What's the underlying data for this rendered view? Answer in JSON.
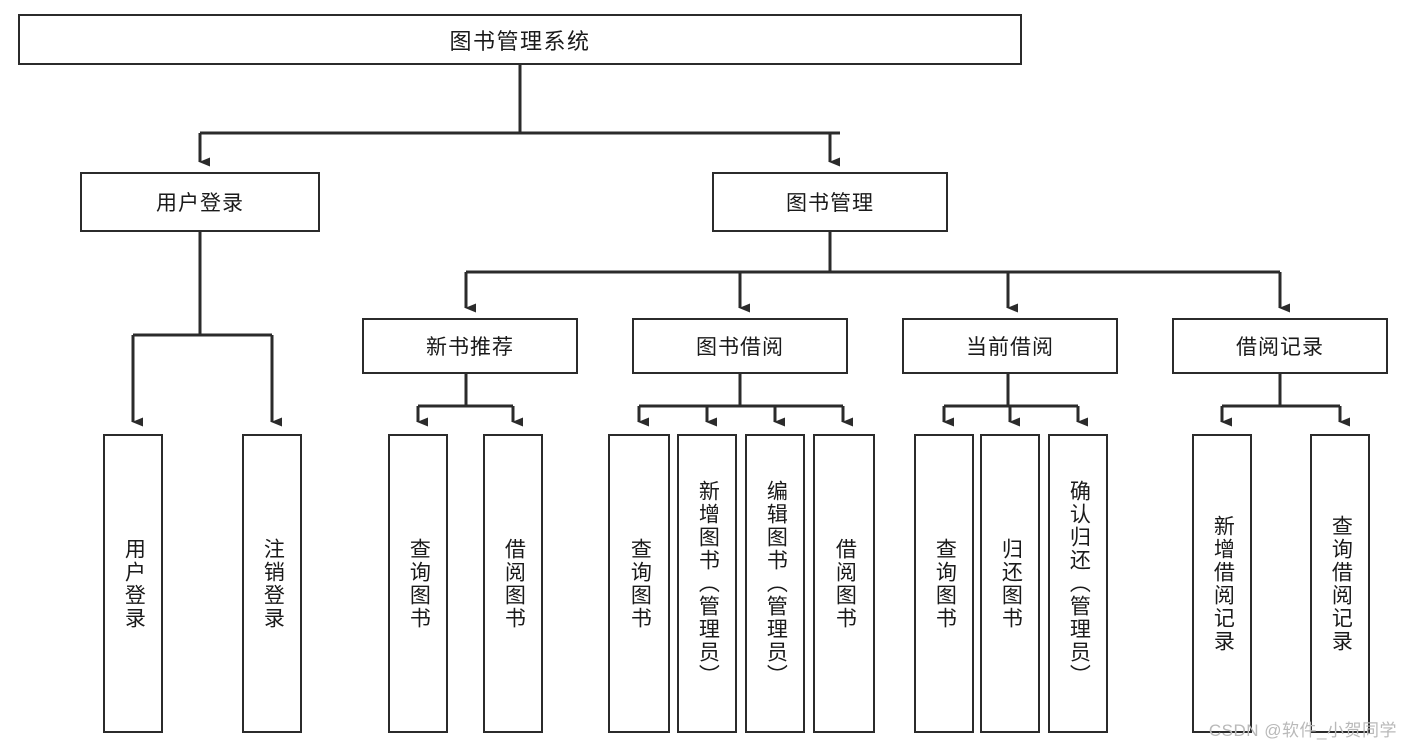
{
  "diagram": {
    "type": "org-chart",
    "title_box": {
      "label": "图书管理系统"
    },
    "level2": [
      {
        "id": "user-login",
        "label": "用户登录"
      },
      {
        "id": "book-management",
        "label": "图书管理"
      }
    ],
    "level3": [
      {
        "id": "new-book-recommend",
        "label": "新书推荐",
        "parent": "book-management"
      },
      {
        "id": "book-borrow",
        "label": "图书借阅",
        "parent": "book-management"
      },
      {
        "id": "current-borrow",
        "label": "当前借阅",
        "parent": "book-management"
      },
      {
        "id": "borrow-record",
        "label": "借阅记录",
        "parent": "book-management"
      }
    ],
    "leaves": [
      {
        "id": "leaf-user-login",
        "label": "用户登录",
        "parent": "user-login"
      },
      {
        "id": "leaf-logout-login",
        "label": "注销登录",
        "parent": "user-login"
      },
      {
        "id": "leaf-query-book-1",
        "label": "查询图书",
        "parent": "new-book-recommend"
      },
      {
        "id": "leaf-borrow-book-1",
        "label": "借阅图书",
        "parent": "new-book-recommend"
      },
      {
        "id": "leaf-query-book-2",
        "label": "查询图书",
        "parent": "book-borrow"
      },
      {
        "id": "leaf-add-book",
        "label": "新增图书（管理员）",
        "parent": "book-borrow"
      },
      {
        "id": "leaf-edit-book",
        "label": "编辑图书（管理员）",
        "parent": "book-borrow"
      },
      {
        "id": "leaf-borrow-book-2",
        "label": "借阅图书",
        "parent": "book-borrow"
      },
      {
        "id": "leaf-query-book-3",
        "label": "查询图书",
        "parent": "current-borrow"
      },
      {
        "id": "leaf-return-book",
        "label": "归还图书",
        "parent": "current-borrow"
      },
      {
        "id": "leaf-confirm-return",
        "label": "确认归还（管理员）",
        "parent": "current-borrow"
      },
      {
        "id": "leaf-add-record",
        "label": "新增借阅记录",
        "parent": "borrow-record"
      },
      {
        "id": "leaf-query-record",
        "label": "查询借阅记录",
        "parent": "borrow-record"
      }
    ],
    "watermark": "CSDN @软件_小贺同学",
    "colors": {
      "stroke": "#2b2b2b",
      "background": "#ffffff",
      "text": "#1a1a1a",
      "watermark": "#b9b9b9"
    }
  }
}
